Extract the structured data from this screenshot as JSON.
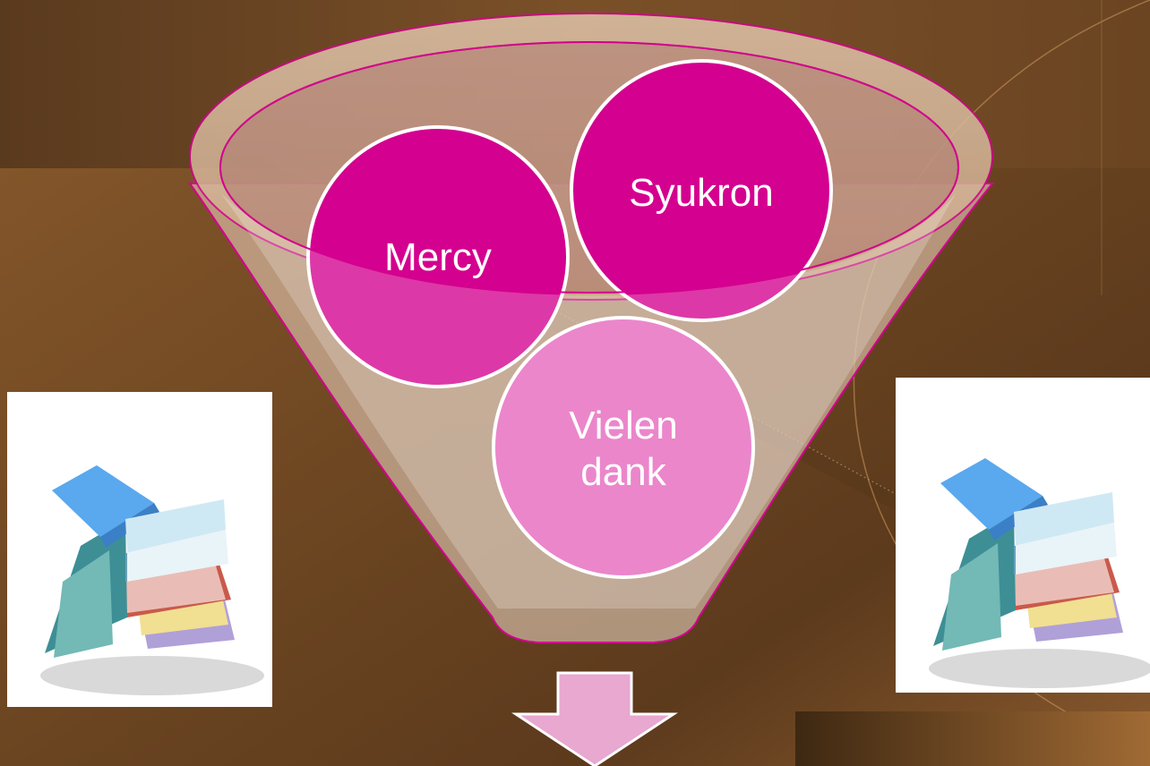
{
  "funnel": {
    "items": [
      {
        "label_lines": [
          "Syukron"
        ],
        "fill": "#d4008f",
        "text_color": "#ffffff"
      },
      {
        "label_lines": [
          "Mercy"
        ],
        "fill": "#d4008f",
        "text_color": "#ffffff"
      },
      {
        "label_lines": [
          "Vielen",
          "dank"
        ],
        "fill": "#e665bd",
        "text_color": "#ffffff"
      }
    ],
    "accent_color": "#d4008f",
    "arrow_color": "#e8a8cf"
  },
  "illustrations": [
    {
      "name": "books-stack-left"
    },
    {
      "name": "books-stack-right"
    }
  ]
}
